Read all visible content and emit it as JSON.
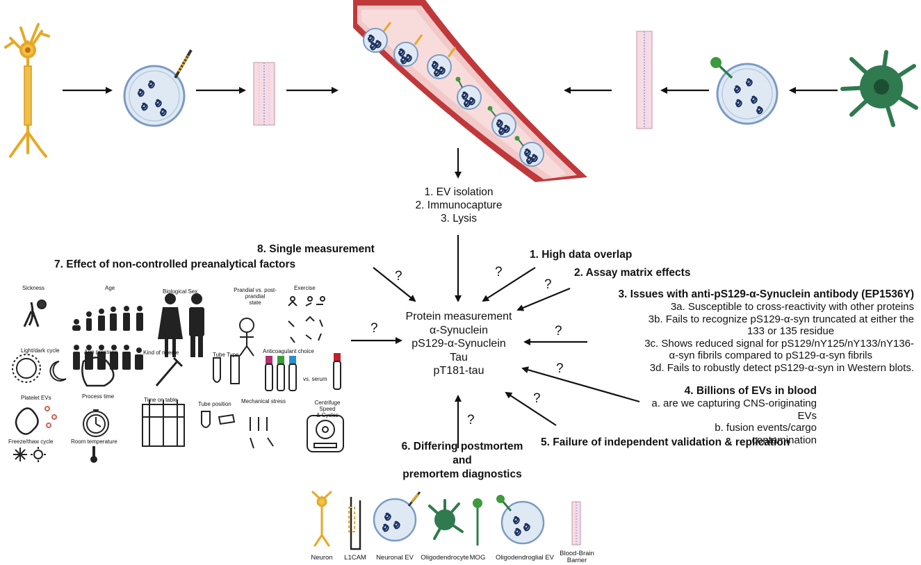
{
  "steps": {
    "s1": "1.  EV isolation",
    "s2": "2. Immunocapture",
    "s3": "3. Lysis"
  },
  "center": {
    "l1": "Protein measurement",
    "l2": "α-Synuclein",
    "l3": "pS129-α-Synuclein",
    "l4": "Tau",
    "l5": "pT181-tau"
  },
  "issues": {
    "i1": "1. High data overlap",
    "i2": "2. Assay matrix effects",
    "i3": {
      "title": "3. Issues with anti-pS129-α-Synuclein antibody (EP1536Y)",
      "a": "3a. Susceptible to cross-reactivity with other proteins",
      "b1": "3b. Fails to recognize pS129-α-syn truncated at either the",
      "b2": "133 or 135 residue",
      "c1": "3c. Shows reduced signal for pS129/nY125/nY133/nY136-",
      "c2": "α-syn fibrils compared to pS129-α-syn fibrils",
      "d": "3d. Fails to robustly detect pS129-α-syn in Western blots."
    },
    "i4": {
      "title": "4. Billions of EVs in blood",
      "a": "a. are we capturing CNS-originating EVs",
      "b": "b. fusion events/cargo contamination"
    },
    "i5": "5. Failure of independent validation & replication",
    "i6a": "6. Differing postmortem and",
    "i6b": "premortem diagnostics",
    "i7": "7. Effect of non-controlled preanalytical factors",
    "i8": "8. Single measurement"
  },
  "question_mark": "?",
  "factors": {
    "sickness": "Sickness",
    "age": "Age",
    "sex": "Biological Sex",
    "prandial1": "Prandial vs. post-prandial",
    "prandial2": "state",
    "exercise": "Exercise",
    "light": "Light/dark cycle",
    "arm": "Arm pressure",
    "needle": "Kind of needle",
    "tube_type": "Tube Type",
    "anticoag": "Anticoagulant choice",
    "vs_serum": "vs. serum",
    "platelet": "Platelet EVs",
    "process": "Process time",
    "time_table": "Time on table",
    "tube_pos": "Tube position",
    "mech": "Mechanical stress",
    "centrifuge1": "Centrifuge Speed",
    "centrifuge2": "& Cycles",
    "freeze": "Freeze/thaw cycle",
    "room": "Room temperature"
  },
  "legend": {
    "neuron": "Neuron",
    "l1cam": "L1CAM",
    "neuronal_ev": "Neuronal EV",
    "oligo": "Oligodendrocyte",
    "mog": "MOG",
    "oligo_ev": "Oligodendroglial EV",
    "bbb1": "Blood-Brain",
    "bbb2": "Barrier"
  },
  "colors": {
    "neuron": "#e8a825",
    "oligo": "#2f7a4f",
    "mog": "#3d9a3d",
    "vessel": "#c0383a",
    "vessel_inner": "#f2c9c9",
    "ev_fill": "#dfe9f4",
    "ev_stroke": "#7a9bc4",
    "protein": "#1b2f5e",
    "bbb": "#e9b7c8"
  }
}
